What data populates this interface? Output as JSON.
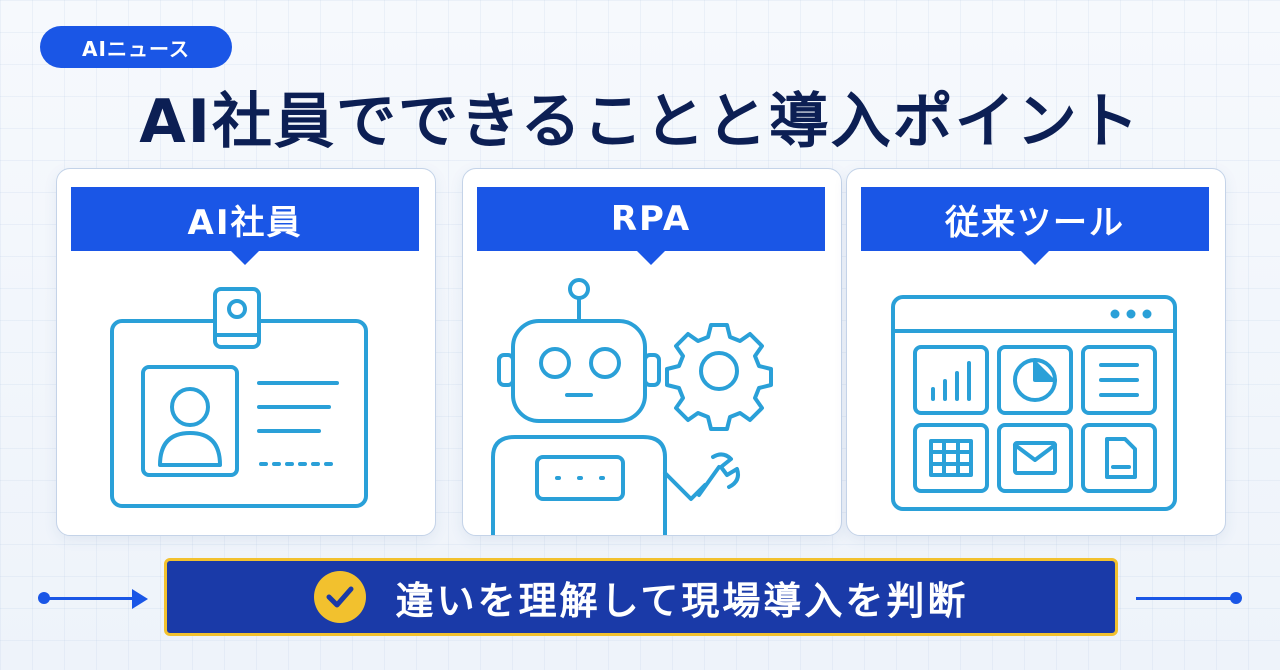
{
  "tag": {
    "label": "AIニュース"
  },
  "title": "AI社員でできることと導入ポイント",
  "cards": [
    {
      "label": "AI社員",
      "icon": "id-badge-icon"
    },
    {
      "label": "RPA",
      "icon": "robot-gear-icon"
    },
    {
      "label": "従来ツール",
      "icon": "app-window-icon"
    }
  ],
  "banner": {
    "text": "違いを理解して現場導入を判断",
    "icon": "check-circle-icon"
  },
  "colors": {
    "primary": "#1a56e6",
    "navy": "#0c1f54",
    "banner_bg": "#1a3aa8",
    "accent_yellow": "#f2c12e",
    "line_icon": "#2aa0d8"
  }
}
